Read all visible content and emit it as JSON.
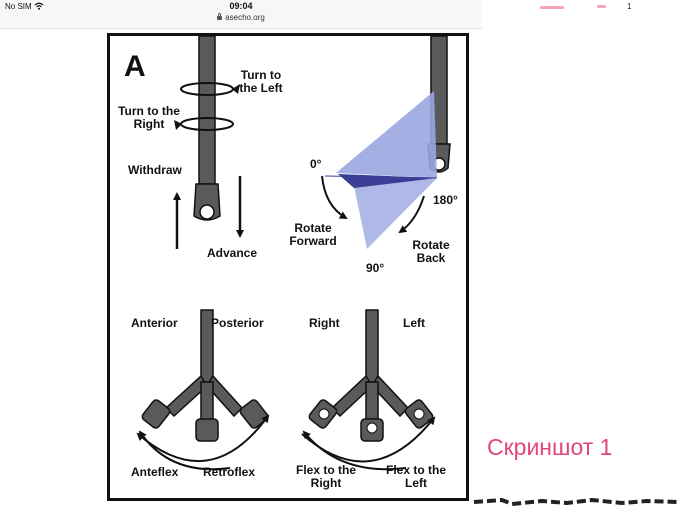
{
  "status_bar": {
    "carrier": "No SIM",
    "time": "09:04",
    "url": "asecho.org",
    "right_count": "1"
  },
  "figure": {
    "panel_letter": "A",
    "labels": {
      "turn_left": "Turn to the Left",
      "turn_right": "Turn to the Right",
      "withdraw": "Withdraw",
      "advance": "Advance",
      "angle_0": "0°",
      "angle_90": "90°",
      "angle_180": "180°",
      "rotate_forward": "Rotate Forward",
      "rotate_back": "Rotate Back",
      "anterior": "Anterior",
      "posterior": "Posterior",
      "right": "Right",
      "left": "Left",
      "anteflex": "Anteflex",
      "retroflex": "Retroflex",
      "flex_right": "Flex to the Right",
      "flex_left": "Flex to the Left"
    }
  },
  "caption": "Скриншот 1",
  "colors": {
    "caption": "#e0467c",
    "probe": "#555555",
    "sector_light": "#9aa7e0",
    "sector_dark": "#3a3f95",
    "statusbar_bg": "#f7f7f7"
  },
  "icons": [
    "wifi-icon",
    "lock-icon"
  ]
}
